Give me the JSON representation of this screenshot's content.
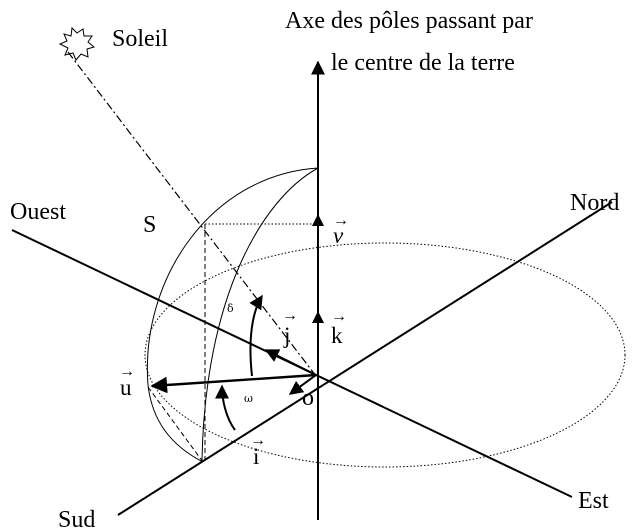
{
  "labels": {
    "soleil": "Soleil",
    "axis_title_line1": "Axe des pôles passant par",
    "axis_title_line2": "le centre de la terre",
    "ouest": "Ouest",
    "nord": "Nord",
    "est": "Est",
    "sud": "Sud",
    "point_s": "S",
    "point_o": "o",
    "vec_v": "v",
    "vec_k": "k",
    "vec_j": "j",
    "vec_u": "u",
    "vec_i": "i",
    "angle_delta": "δ",
    "angle_omega": "ω"
  },
  "icons": {
    "sun": "sun-burst-icon"
  },
  "colors": {
    "ink": "#000000",
    "background": "#ffffff"
  }
}
